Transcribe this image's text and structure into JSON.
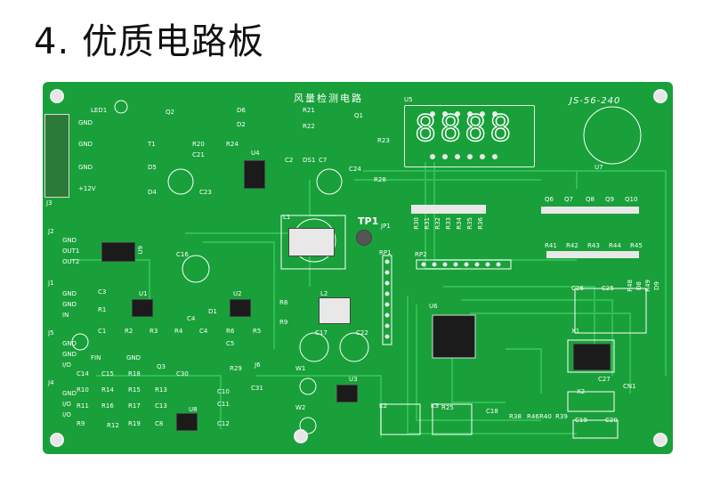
{
  "heading": "4. 优质电路板",
  "board": {
    "title": "风量检测电路",
    "model": "JS-56-240",
    "display_digits": "8888",
    "labels": {
      "led1": "LED1",
      "q2": "Q2",
      "d6": "D6",
      "r21": "R21",
      "q1": "Q1",
      "d2": "D2",
      "r22": "R22",
      "u5": "U5",
      "r20": "R20",
      "r24": "R24",
      "c21": "C21",
      "r23": "R23",
      "t1": "T1",
      "gnd1": "GND",
      "gnd2": "GND",
      "gnd3": "GND",
      "v12": "+12V",
      "d5": "D5",
      "d4": "D4",
      "u4": "U4",
      "c2": "C2",
      "ds1": "DS1",
      "c7": "C7",
      "c24": "C24",
      "c23": "C23",
      "r28": "R28",
      "j3": "J3",
      "u7": "U7",
      "q6": "Q6",
      "q7": "Q7",
      "q8": "Q8",
      "q9": "Q9",
      "q10": "Q10",
      "r30": "R30",
      "r31": "R31",
      "r32": "R32",
      "r33": "R33",
      "r34": "R34",
      "r35": "R35",
      "r36": "R36",
      "l1": "L1",
      "tp1": "TP1",
      "jp1": "JP1",
      "j2": "J2",
      "j2gnd": "GND",
      "out1": "OUT1",
      "out2": "OUT2",
      "u9": "U9",
      "c16": "C16",
      "rp1": "RP1",
      "rp2": "RP2",
      "r41": "R41",
      "r42": "R42",
      "r43": "R43",
      "r44": "R44",
      "r45": "R45",
      "r48": "R48",
      "d8": "D8",
      "r49": "R49",
      "d9": "D9",
      "c26": "C26",
      "c25": "C25",
      "j1": "J1",
      "j1gnd1": "GND",
      "j1gnd2": "GND",
      "j1in": "IN",
      "c3": "C3",
      "u1": "U1",
      "r1": "R1",
      "u2": "U2",
      "d1": "D1",
      "r8": "R8",
      "c4": "C4",
      "l2": "L2",
      "u6": "U6",
      "x1": "X1",
      "c1": "C1",
      "r2": "R2",
      "r3": "R3",
      "r4": "R4",
      "r6": "R6",
      "r5": "R5",
      "c5": "C5",
      "r9": "R9",
      "c17": "C17",
      "c22": "C22",
      "j5": "J5",
      "j5gnd1": "GND",
      "j5gnd2": "GND",
      "j5io": "I/O",
      "fin": "FIN",
      "fin_gnd": "GND",
      "c14": "C14",
      "c15": "C15",
      "r18": "R18",
      "q3": "Q3",
      "c30": "C30",
      "r29": "R29",
      "j6": "J6",
      "w1": "W1",
      "u3": "U3",
      "cn1": "CN1",
      "c27": "C27",
      "x2": "X2",
      "j4": "J4",
      "r10": "R10",
      "r14": "R14",
      "r15": "R15",
      "r13": "R13",
      "c10": "C10",
      "c31": "C31",
      "r11": "R11",
      "r16": "R16",
      "r17": "R17",
      "c13": "C13",
      "c11": "C11",
      "u8": "U8",
      "r9b": "R9",
      "r12": "R12",
      "r19": "R19",
      "c8": "C8",
      "c12": "C12",
      "j4gnd": "GND",
      "j4io1": "I/O",
      "j4io2": "I/O",
      "w2": "W2",
      "k2": "K2",
      "k3": "K3",
      "r25": "R25",
      "c18": "C18",
      "r38": "R38",
      "r46": "R46",
      "r40": "R40",
      "r39": "R39",
      "c19": "C19",
      "c20": "C20"
    }
  }
}
